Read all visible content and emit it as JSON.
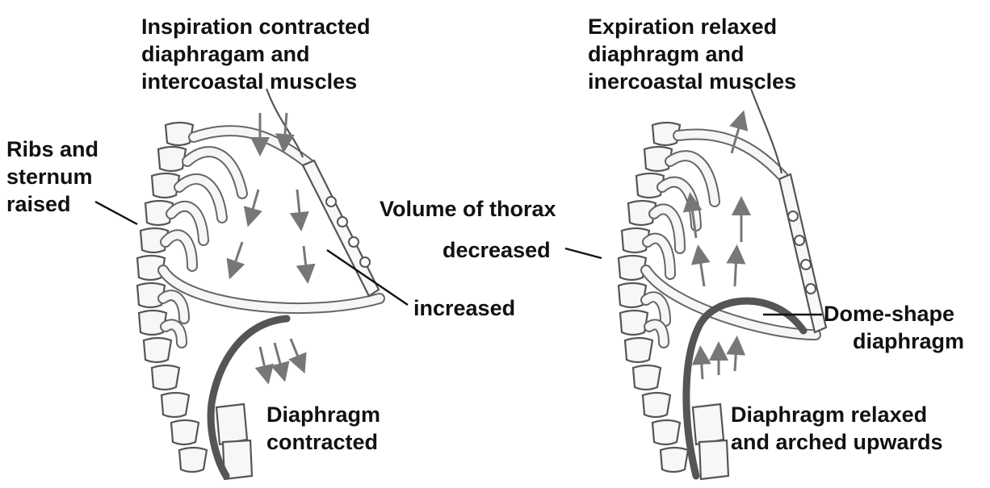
{
  "left_panel": {
    "title": [
      "Inspiration contracted",
      "diaphragam and",
      "intercoastal muscles"
    ],
    "ribs_label": [
      "Ribs and",
      "sternum",
      "raised"
    ],
    "volume_label": "increased",
    "diaphragm_label": [
      "Diaphragm",
      "contracted"
    ]
  },
  "center": {
    "volume_title": "Volume of thorax"
  },
  "right_panel": {
    "title": [
      "Expiration relaxed",
      "diaphragm and",
      "inercoastal muscles"
    ],
    "volume_label": "decreased",
    "dome_label": [
      "Dome-shape",
      "diaphragm"
    ],
    "diaphragm_label": [
      "Diaphragm relaxed",
      "and arched upwards"
    ]
  },
  "colors": {
    "text": "#111111",
    "bone_outline": "#555555",
    "arrow": "#777777"
  }
}
